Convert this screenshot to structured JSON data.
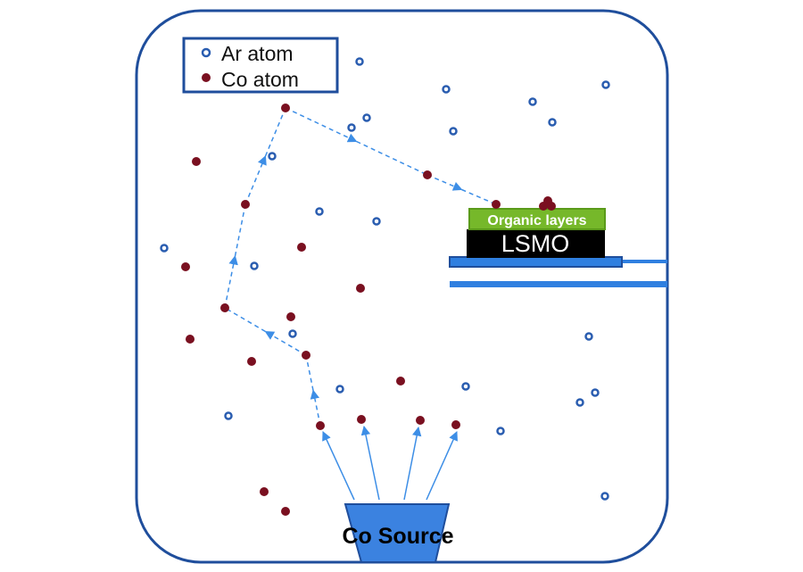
{
  "legend": {
    "ar_label": "Ar atom",
    "co_label": "Co atom"
  },
  "labels": {
    "organic": "Organic layers",
    "substrate": "LSMO",
    "source": "Co Source"
  },
  "colors": {
    "frame": "#1f4e9c",
    "ar_atom": "#2a5db0",
    "co_atom": "#7a1020",
    "arrow": "#3d8ee6",
    "organic": "#76b82a",
    "lsmo": "#000000",
    "holder": "#2f7fe0",
    "source": "#3b82e0"
  }
}
